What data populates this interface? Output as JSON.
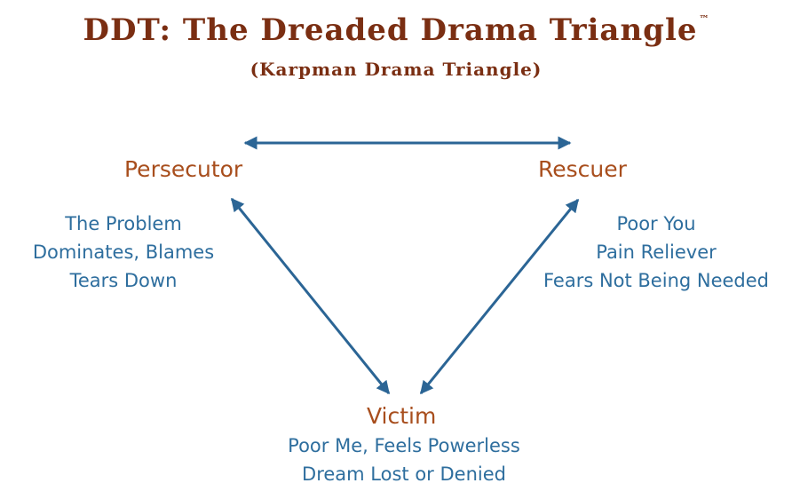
{
  "title": "DDT: The Dreaded Drama Triangle",
  "trademark": "™",
  "subtitle": "(Karpman Drama Triangle)",
  "roles": {
    "persecutor": {
      "name": "Persecutor",
      "lines": [
        "The Problem",
        "Dominates, Blames",
        "Tears Down"
      ]
    },
    "rescuer": {
      "name": "Rescuer",
      "lines": [
        "Poor You",
        "Pain Reliever",
        "Fears Not Being Needed"
      ]
    },
    "victim": {
      "name": "Victim",
      "lines": [
        "Poor Me, Feels Powerless",
        "Dream Lost or Denied"
      ]
    }
  },
  "colors": {
    "title": "#7a2e12",
    "role": "#a84e1d",
    "description": "#2e6e9e",
    "arrow": "#2b6595"
  }
}
